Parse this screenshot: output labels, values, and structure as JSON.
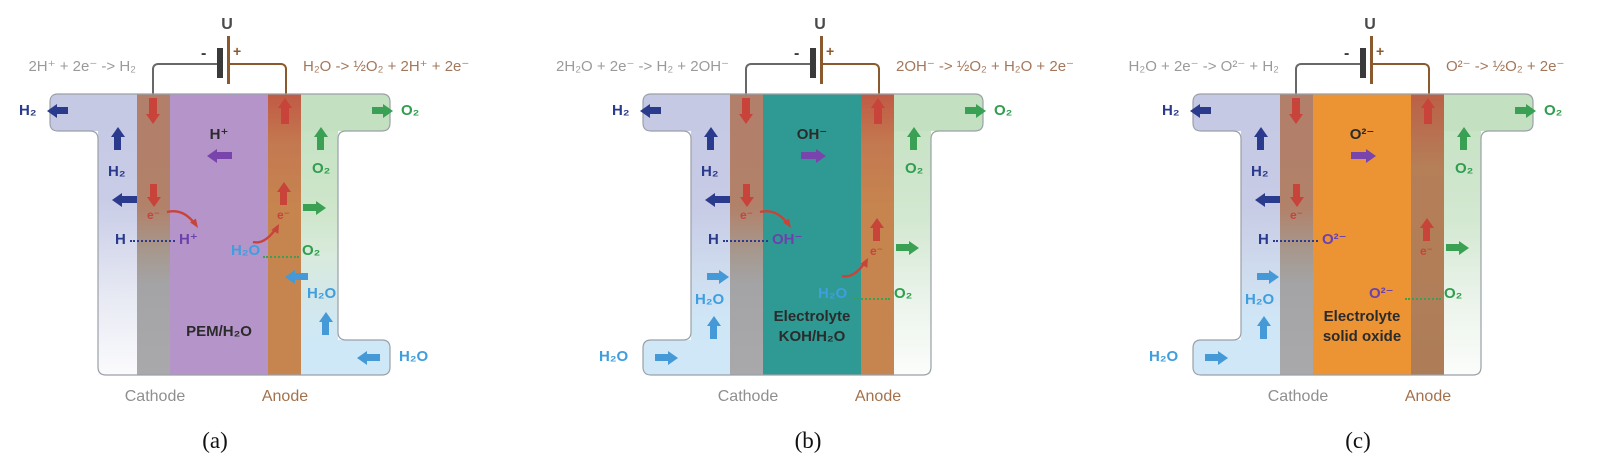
{
  "palette": {
    "hydrogen_navy": "#2a3a8c",
    "water_blue": "#3f9ede",
    "oxygen_green": "#2f9e4e",
    "electron_red": "#c8433a",
    "ion_violet": "#6b42ad",
    "cathode_gray": "#a4a4a6",
    "anode_brown": "#c6854f",
    "wire_gray": "#686868",
    "wire_brown": "#8a5a2e",
    "equation_gray": "#9a9a9a",
    "equation_brown": "#a3775b",
    "pem_purple": "#b494c9",
    "koh_teal": "#2f9a93",
    "solid_oxide_orange": "#ec9434"
  },
  "panels": [
    {
      "caption": "(a)",
      "equations": {
        "cathode": "2H⁺ + 2e⁻ -> H₂",
        "anode": "H₂O -> ½O₂ + 2H⁺ + 2e⁻"
      },
      "battery": {
        "label": "U",
        "minus": "-",
        "plus": "+"
      },
      "labels": {
        "h2": "H₂",
        "o2": "O₂",
        "water": "H₂O",
        "electron": "e⁻",
        "carrier": "H⁺",
        "pair_left_from": "H",
        "pair_left_to": "H⁺",
        "pair_right_from": "H₂O",
        "pair_right_to": "O₂",
        "cathode": "Cathode",
        "anode": "Anode"
      },
      "membrane": {
        "line1": "PEM/H₂O",
        "line2": "",
        "color": "#b494c9"
      }
    },
    {
      "caption": "(b)",
      "equations": {
        "cathode": "2H₂O + 2e⁻ -> H₂ + 2OH⁻",
        "anode": "2OH⁻ -> ½O₂ + H₂O + 2e⁻"
      },
      "battery": {
        "label": "U",
        "minus": "-",
        "plus": "+"
      },
      "labels": {
        "h2": "H₂",
        "o2": "O₂",
        "water": "H₂O",
        "electron": "e⁻",
        "carrier": "OH⁻",
        "pair_left_from": "H",
        "pair_left_to": "OH⁻",
        "pair_right_from": "H₂O",
        "pair_right_to": "O₂",
        "cathode": "Cathode",
        "anode": "Anode"
      },
      "membrane": {
        "line1": "Electrolyte",
        "line2": "KOH/H₂O",
        "color": "#2f9a93"
      }
    },
    {
      "caption": "(c)",
      "equations": {
        "cathode": "H₂O + 2e⁻ -> O²⁻ + H₂",
        "anode": "O²⁻ -> ½O₂ + 2e⁻"
      },
      "battery": {
        "label": "U",
        "minus": "-",
        "plus": "+"
      },
      "labels": {
        "h2": "H₂",
        "o2": "O₂",
        "water": "H₂O",
        "electron": "e⁻",
        "carrier": "O²⁻",
        "pair_left_from": "H",
        "pair_left_to": "O²⁻",
        "pair_right_from": "O²⁻",
        "pair_right_to": "O₂",
        "cathode": "Cathode",
        "anode": "Anode"
      },
      "membrane": {
        "line1": "Electrolyte",
        "line2": "solid oxide",
        "color": "#ec9434"
      }
    }
  ]
}
